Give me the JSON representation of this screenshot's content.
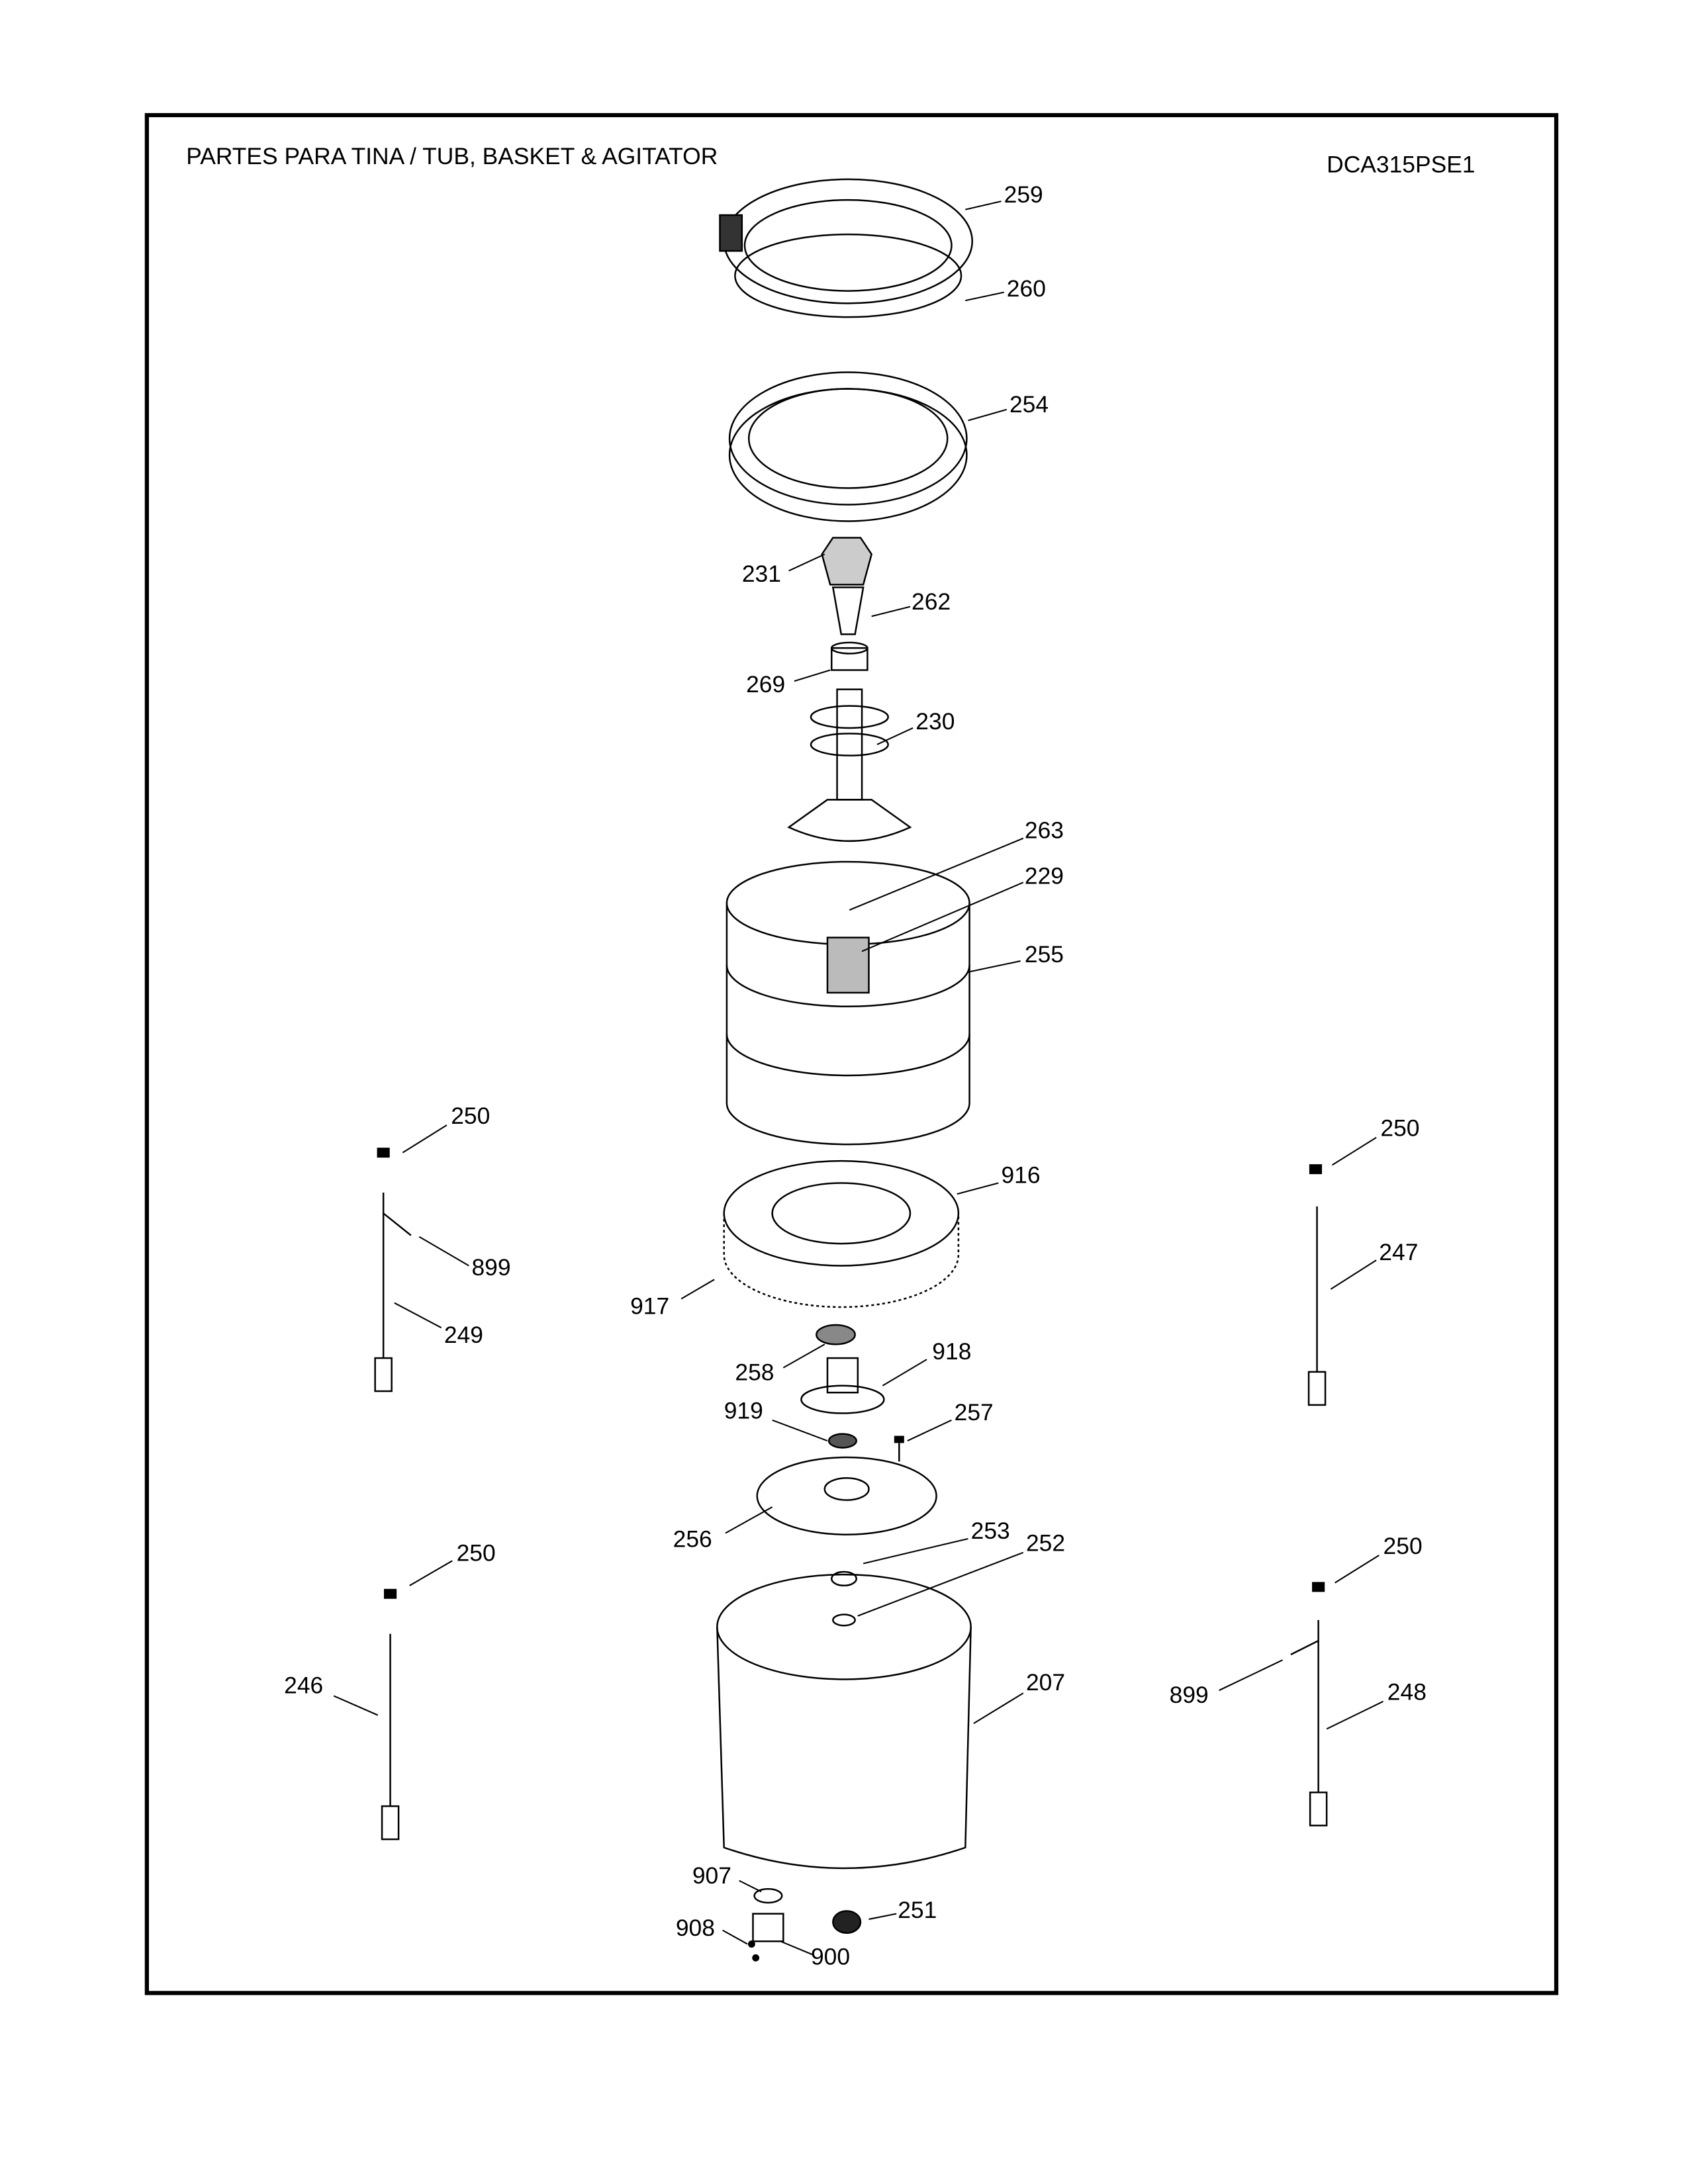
{
  "header": {
    "title": "PARTES PARA TINA  /  TUB, BASKET & AGITATOR",
    "model": "DCA315PSE1"
  },
  "parts": [
    "259",
    "260",
    "254",
    "231",
    "262",
    "269",
    "230",
    "263",
    "229",
    "255",
    "250",
    "899",
    "249",
    "250",
    "247",
    "916",
    "917",
    "258",
    "918",
    "919",
    "257",
    "256",
    "253",
    "252",
    "250",
    "250",
    "246",
    "207",
    "899",
    "248",
    "907",
    "251",
    "908",
    "900"
  ]
}
